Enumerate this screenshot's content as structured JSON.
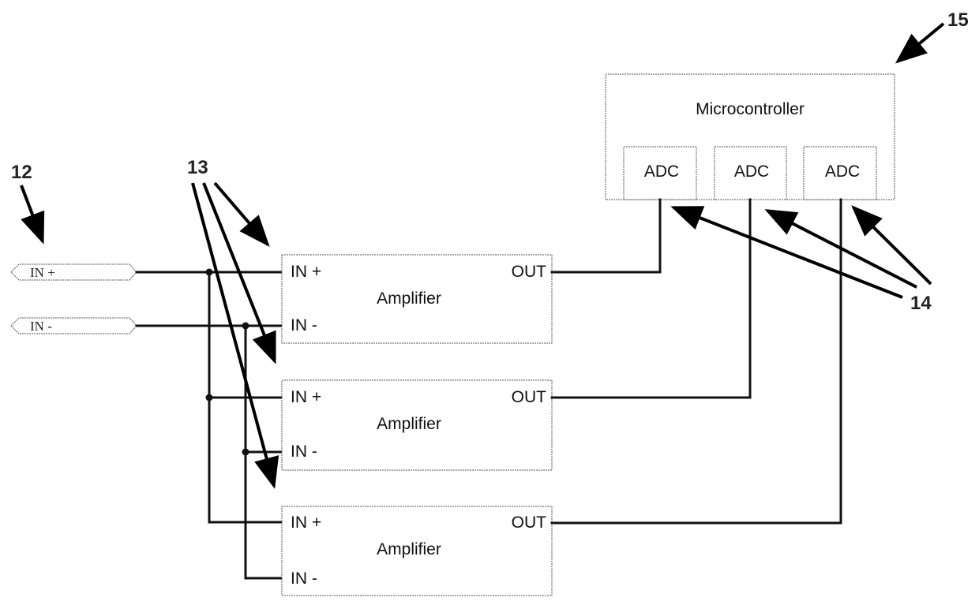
{
  "diagram": {
    "reference_numerals": {
      "input_connectors": "12",
      "amplifiers": "13",
      "adc_connections": "14",
      "microcontroller": "15"
    },
    "input_connectors": [
      {
        "label": "IN +"
      },
      {
        "label": "IN -"
      }
    ],
    "amplifiers": [
      {
        "title": "Amplifier",
        "in_plus": "IN +",
        "in_minus": "IN -",
        "out": "OUT"
      },
      {
        "title": "Amplifier",
        "in_plus": "IN +",
        "in_minus": "IN -",
        "out": "OUT"
      },
      {
        "title": "Amplifier",
        "in_plus": "IN +",
        "in_minus": "IN -",
        "out": "OUT"
      }
    ],
    "microcontroller": {
      "title": "Microcontroller",
      "adcs": [
        {
          "label": "ADC"
        },
        {
          "label": "ADC"
        },
        {
          "label": "ADC"
        }
      ]
    },
    "colors": {
      "wire": "#111111",
      "box_border": "#555555",
      "background": "#ffffff"
    }
  }
}
